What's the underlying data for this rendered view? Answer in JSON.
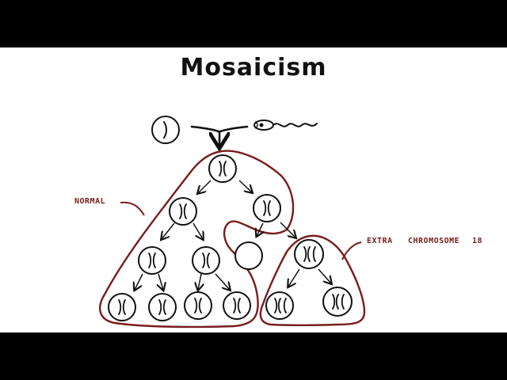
{
  "diagram": {
    "title": "Mosaicism",
    "labels": {
      "normal": "NORMAL",
      "extra_word1": "EXTRA",
      "extra_word2": "CHROMOSOME",
      "extra_number": "18"
    },
    "colors": {
      "outline": "#7a1c1c",
      "label": "#7a1c1c",
      "ink": "#111111",
      "background": "#ffffff",
      "letterbox": "#000000"
    }
  }
}
